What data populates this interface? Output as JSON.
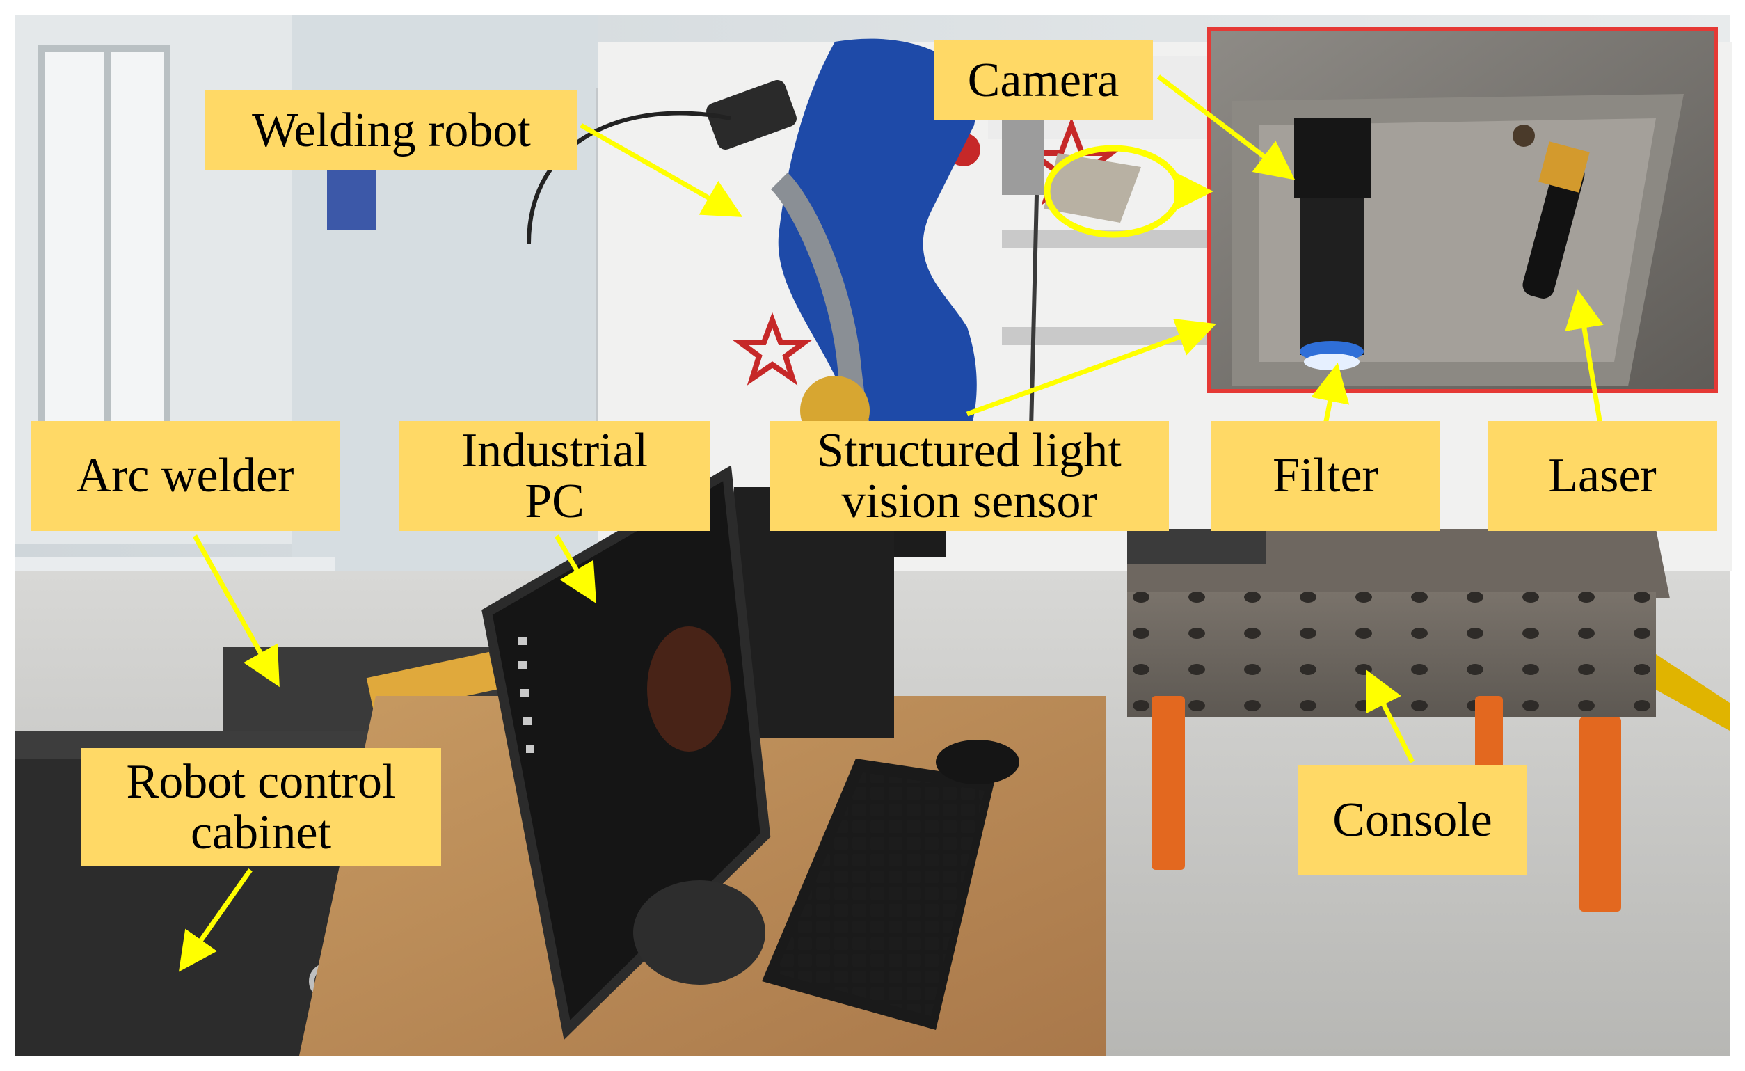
{
  "labels": {
    "welding_robot": "Welding robot",
    "camera": "Camera",
    "arc_welder": "Arc welder",
    "industrial_pc": "Industrial\nPC",
    "structured_light_sensor": "Structured light\nvision sensor",
    "filter": "Filter",
    "laser": "Laser",
    "robot_control_cabinet": "Robot control\ncabinet",
    "console": "Console"
  },
  "colors": {
    "label_fill": "#ffd966",
    "arrow": "#ffff00",
    "inset_border": "#e53935",
    "highlight_circle": "#ffff00"
  }
}
